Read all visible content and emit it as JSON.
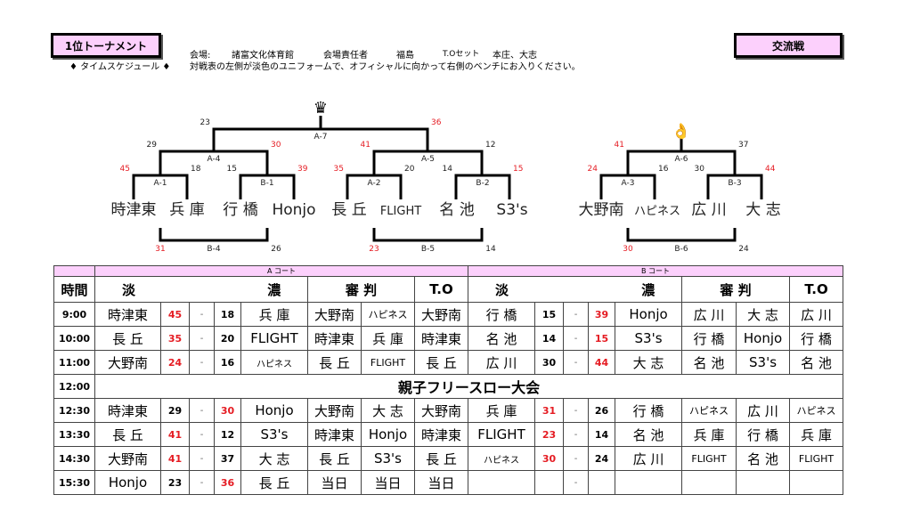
{
  "header": {
    "title": "1位トーナメント",
    "subtitle": "♦ タイムスケジュール ♦",
    "venue_label": "会場:",
    "venue": "諸富文化体育館",
    "manager_label": "会場責任者",
    "manager": "福島",
    "to_label": "T.Oセット",
    "to": "本庄、大志",
    "note": "対戦表の左側が淡色のユニフォームで、オフィシャルに向かって右側のベンチにお入りください。",
    "exchange": "交流戦"
  },
  "colors": {
    "pink": "#fcd0fc",
    "red": "#e51c23"
  },
  "bracket": {
    "teams": [
      "時津東",
      "兵 庫",
      "行 橋",
      "Honjo",
      "長 丘",
      "FLIGHT",
      "名 池",
      "S3's",
      "大野南",
      "ハピネス",
      "広 川",
      "大 志"
    ],
    "matches": [
      {
        "id": "A-1",
        "left": "45",
        "right": "18"
      },
      {
        "id": "B-1",
        "left": "15",
        "right": "39"
      },
      {
        "id": "A-2",
        "left": "35",
        "right": "20"
      },
      {
        "id": "B-2",
        "left": "14",
        "right": "15"
      },
      {
        "id": "A-4",
        "left": "29",
        "right": "30"
      },
      {
        "id": "A-5",
        "left": "41",
        "right": "12"
      },
      {
        "id": "A-7",
        "left": "23",
        "right": "36"
      },
      {
        "id": "B-4",
        "left": "31",
        "right": "26"
      },
      {
        "id": "B-5",
        "left": "23",
        "right": "14"
      },
      {
        "id": "A-3",
        "left": "24",
        "right": "16"
      },
      {
        "id": "B-3",
        "left": "30",
        "right": "44"
      },
      {
        "id": "A-6",
        "left": "41",
        "right": "37"
      },
      {
        "id": "B-6",
        "left": "30",
        "right": "24"
      }
    ],
    "trophy_icon": "crown-icon",
    "exchange_icon": "hand-icon"
  },
  "table": {
    "court_a": "A コート",
    "court_b": "B コート",
    "headers": {
      "time": "時間",
      "light": "淡",
      "dark": "濃",
      "ref": "審 判",
      "to": "T.O"
    },
    "break": {
      "time": "12:00",
      "text": "親子フリースロー大会"
    },
    "rows": [
      {
        "time": "9:00",
        "a": [
          "時津東",
          "45",
          "18",
          "兵 庫",
          "大野南",
          "ハピネス",
          "大野南"
        ],
        "b": [
          "行 橋",
          "15",
          "39",
          "Honjo",
          "広 川",
          "大 志",
          "広 川"
        ]
      },
      {
        "time": "10:00",
        "a": [
          "長 丘",
          "35",
          "20",
          "FLIGHT",
          "時津東",
          "兵 庫",
          "時津東"
        ],
        "b": [
          "名 池",
          "14",
          "15",
          "S3's",
          "行 橋",
          "Honjo",
          "行 橋"
        ]
      },
      {
        "time": "11:00",
        "a": [
          "大野南",
          "24",
          "16",
          "ハピネス",
          "長 丘",
          "FLIGHT",
          "長 丘"
        ],
        "b": [
          "広 川",
          "30",
          "44",
          "大 志",
          "名 池",
          "S3's",
          "名 池"
        ]
      },
      {
        "time": "12:30",
        "a": [
          "時津東",
          "29",
          "30",
          "Honjo",
          "大野南",
          "大 志",
          "大野南"
        ],
        "b": [
          "兵 庫",
          "31",
          "26",
          "行 橋",
          "ハピネス",
          "広 川",
          "ハピネス"
        ]
      },
      {
        "time": "13:30",
        "a": [
          "長 丘",
          "41",
          "12",
          "S3's",
          "時津東",
          "Honjo",
          "時津東"
        ],
        "b": [
          "FLIGHT",
          "23",
          "14",
          "名 池",
          "兵 庫",
          "行 橋",
          "兵 庫"
        ]
      },
      {
        "time": "14:30",
        "a": [
          "大野南",
          "41",
          "37",
          "大 志",
          "長 丘",
          "S3's",
          "長 丘"
        ],
        "b": [
          "ハピネス",
          "30",
          "24",
          "広 川",
          "FLIGHT",
          "名 池",
          "FLIGHT"
        ]
      },
      {
        "time": "15:30",
        "a": [
          "Honjo",
          "23",
          "36",
          "長 丘",
          "当日",
          "当日",
          "当日"
        ],
        "b": [
          "",
          "",
          "",
          "",
          "",
          "",
          ""
        ]
      }
    ],
    "dash": "-"
  }
}
